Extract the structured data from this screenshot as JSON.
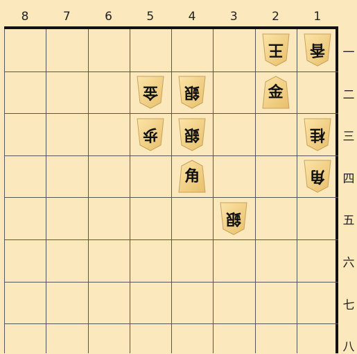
{
  "board": {
    "col_labels": [
      "8",
      "7",
      "6",
      "5",
      "4",
      "3",
      "2",
      "1"
    ],
    "row_labels": [
      "一",
      "二",
      "三",
      "四",
      "五",
      "六",
      "七",
      "八"
    ],
    "colors": {
      "background": "#fbe8bd",
      "piece": "#f4d58d",
      "line": "#555555"
    }
  },
  "pieces": [
    {
      "file": 2,
      "rank": 1,
      "glyph": "王",
      "side": "gote"
    },
    {
      "file": 1,
      "rank": 1,
      "glyph": "香",
      "side": "gote"
    },
    {
      "file": 5,
      "rank": 2,
      "glyph": "金",
      "side": "gote"
    },
    {
      "file": 4,
      "rank": 2,
      "glyph": "銀",
      "side": "gote"
    },
    {
      "file": 2,
      "rank": 2,
      "glyph": "金",
      "side": "sente"
    },
    {
      "file": 5,
      "rank": 3,
      "glyph": "歩",
      "side": "gote"
    },
    {
      "file": 4,
      "rank": 3,
      "glyph": "銀",
      "side": "gote"
    },
    {
      "file": 1,
      "rank": 3,
      "glyph": "桂",
      "side": "gote"
    },
    {
      "file": 4,
      "rank": 4,
      "glyph": "角",
      "side": "sente"
    },
    {
      "file": 1,
      "rank": 4,
      "glyph": "角",
      "side": "gote"
    },
    {
      "file": 3,
      "rank": 5,
      "glyph": "銀",
      "side": "gote"
    }
  ]
}
